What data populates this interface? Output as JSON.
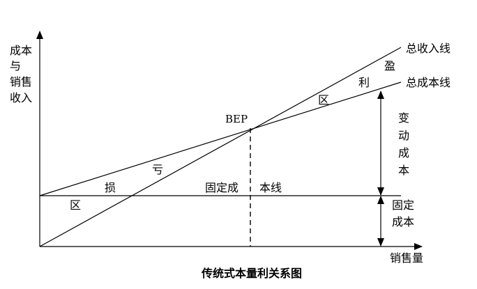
{
  "y_axis_label": [
    "成本",
    "与",
    "销售",
    "收入"
  ],
  "x_axis_label": "销售量",
  "lines": {
    "total_revenue": "总收入线",
    "total_cost": "总成本线",
    "fixed_cost_left": "固定成",
    "fixed_cost_right": "本线"
  },
  "point": "BEP",
  "profit_region": [
    "盈",
    "利",
    "区"
  ],
  "loss_region": [
    "亏",
    "损",
    "区"
  ],
  "variable_cost": [
    "变",
    "动",
    "成",
    "本"
  ],
  "fixed_cost_label": [
    "固定",
    "成本"
  ],
  "caption": "传统式本量利关系图"
}
